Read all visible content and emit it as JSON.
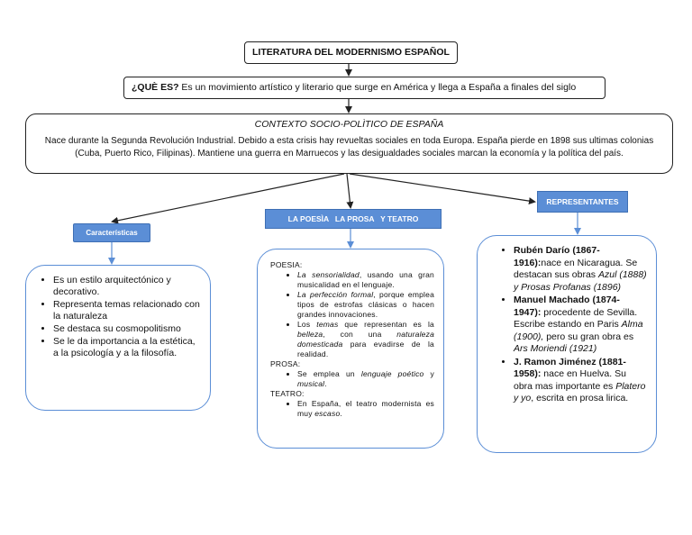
{
  "title": "LITERATURA DEL MODERNISMO ESPAÑOL",
  "que_es": {
    "label": "¿QUÈ ES?",
    "text": " Es un movimiento artístico y literario que surge en América y llega a España a finales del siglo"
  },
  "contexto": {
    "title": "CONTEXTO SOCIO-POLÌTICO DE ESPAÑA",
    "text": "Nace durante la Segunda Revolución Industrial. Debido a esta crisis hay revueltas sociales en toda Europa. España pierde en 1898 sus ultimas colonias (Cuba, Puerto Rico, Filipinas). Mantiene una guerra en Marruecos y las desigualdades sociales marcan la economía y la política del país."
  },
  "caracteristicas": {
    "tag": "Características",
    "items": [
      "Es un estilo arquitectónico y decorativo.",
      "Representa temas relacionado con la naturaleza",
      "Se destaca su cosmopolitismo",
      "Se le da importancia a la estética, a la psicología y a la filosofía."
    ]
  },
  "generos": {
    "tag": "LA POESÌA   LA PROSA   Y TEATRO",
    "poesia_label": "POESIA:",
    "poesia": [
      {
        "em": "La sensorialidad",
        "rest": ", usando una gran musicalidad en el lenguaje."
      },
      {
        "em": "La perfección formal",
        "rest": ", porque emplea tipos de estrofas clásicas o hacen grandes innovaciones."
      },
      {
        "pre": "Los ",
        "em": "temas",
        "mid": " que representan es la ",
        "em2": "belleza",
        "mid2": ", con una ",
        "em3": "naturaleza domesticada",
        "rest": " para evadirse de la realidad."
      }
    ],
    "prosa_label": "PROSA:",
    "prosa": [
      {
        "pre": "Se emplea un ",
        "em": "lenguaje poético",
        "mid": " y ",
        "em2": "musical",
        "rest": "."
      }
    ],
    "teatro_label": "TEATRO:",
    "teatro": [
      {
        "pre": "En España, el teatro modernista es muy ",
        "em": "escaso",
        "rest": "."
      }
    ]
  },
  "representantes": {
    "tag": "REPRESENTANTES",
    "items": [
      {
        "name": "Rubén Darío (1867-1916):",
        "text": "nace en Nicaragua. Se destacan sus obras ",
        "works": "Azul (1888) y Prosas Profanas (1896)",
        "tail": ""
      },
      {
        "name": "Manuel Machado (1874-1947):",
        "text": " procedente de Sevilla. Escribe estando en Paris ",
        "works": "Alma (1900),",
        "tail": " pero su gran obra es ",
        "works2": "Ars Moriendi (1921)"
      },
      {
        "name": "J. Ramon Jiménez (1881-1958):",
        "text": " nace en Huelva. Su obra mas importante es ",
        "works": "Platero y yo",
        "tail": ", escrita en prosa lirica."
      }
    ]
  }
}
